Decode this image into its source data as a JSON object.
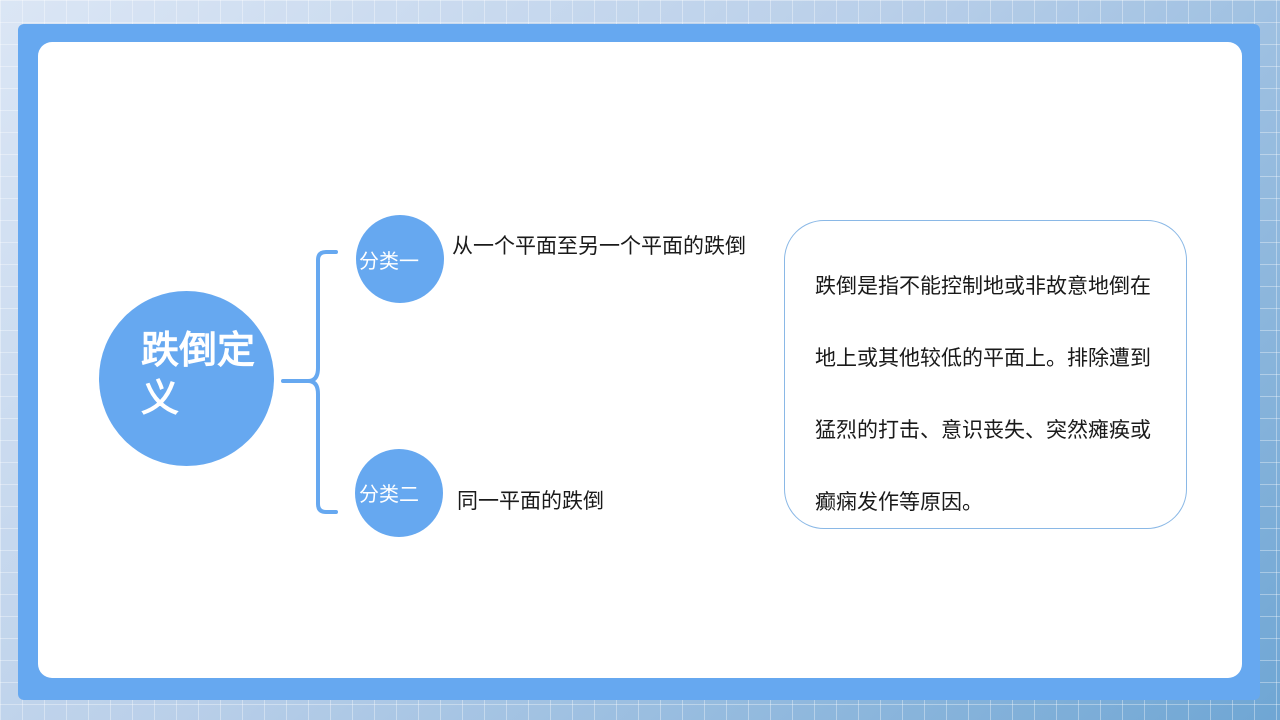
{
  "slide": {
    "main_title": "跌倒定义",
    "categories": [
      {
        "label": "分类一",
        "description": "从一个平面至另一个平面的跌倒"
      },
      {
        "label": "分类二",
        "description": "同一平面的跌倒"
      }
    ],
    "definition": "跌倒是指不能控制地或非故意地倒在地上或其他较低的平面上。排除遭到猛烈的打击、意识丧失、突然瘫痪或癫痫发作等原因。"
  },
  "colors": {
    "accent": "#66a8f0",
    "panel": "#ffffff",
    "text": "#1a1a1a",
    "box_border": "#8ab8e6"
  }
}
